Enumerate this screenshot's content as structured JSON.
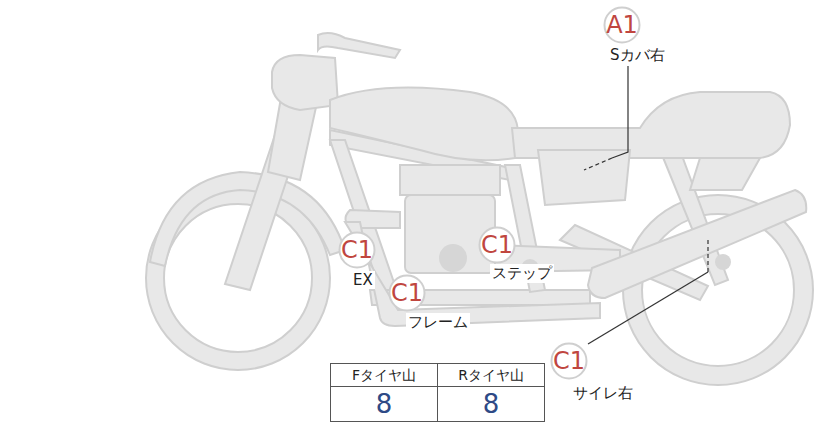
{
  "diagram": {
    "nodes": [
      {
        "text": [
          "A1",
          "Sカバ右"
        ]
      },
      {
        "text": [
          "C1",
          "EX"
        ]
      },
      {
        "text": [
          "C1",
          "ステップ"
        ]
      },
      {
        "text": [
          "C1",
          "フレーム"
        ]
      },
      {
        "text": [
          "C1",
          "サイレ右"
        ]
      }
    ],
    "labels": [
      "Fタイヤ山",
      "Rタイヤ山",
      "8",
      "8"
    ]
  }
}
